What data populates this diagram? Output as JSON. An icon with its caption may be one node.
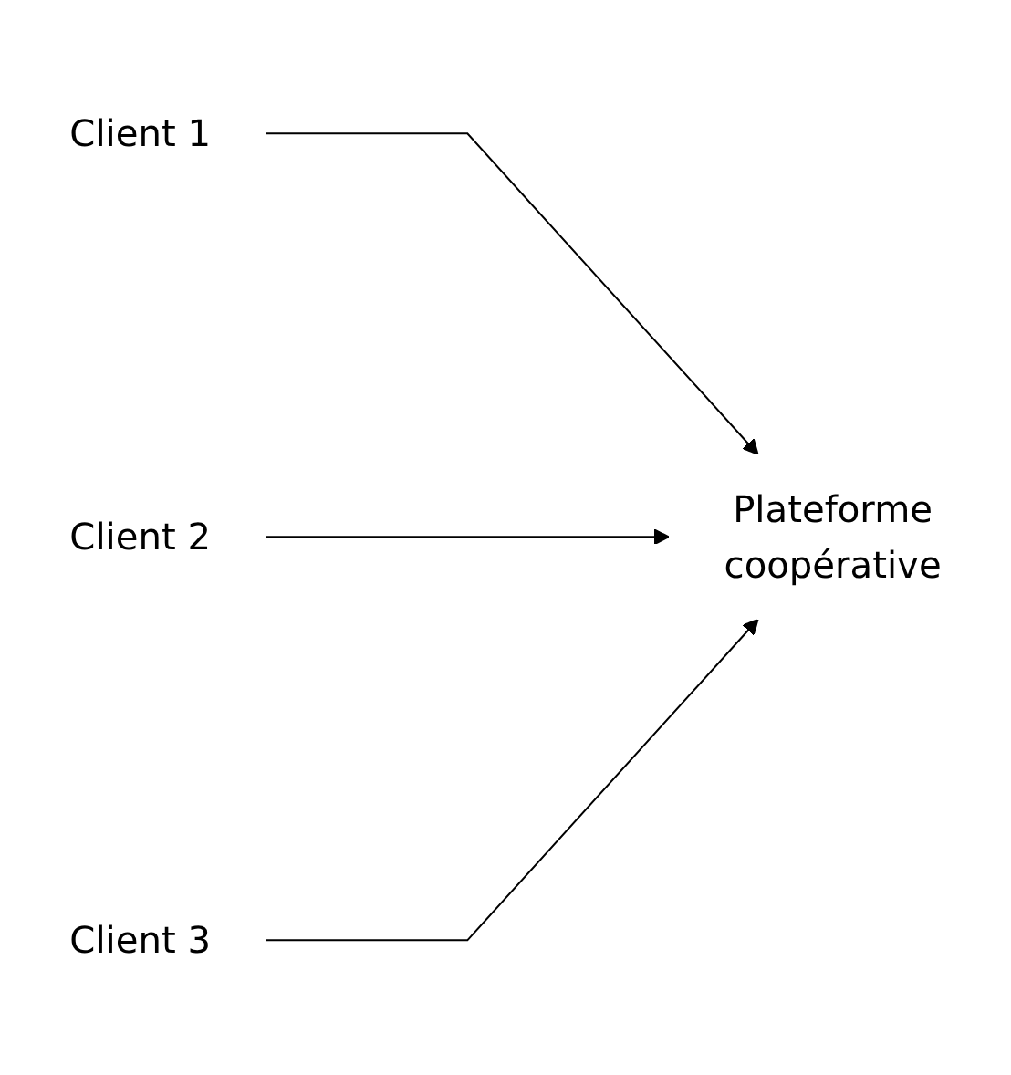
{
  "diagram": {
    "nodes": [
      {
        "text": [
          "Client 1"
        ]
      },
      {
        "text": [
          "Client 2"
        ]
      },
      {
        "text": [
          "Client 3"
        ]
      },
      {
        "text": [
          "Plateforme coopérative"
        ]
      }
    ],
    "edges": [
      {
        "from": 0,
        "to": 3,
        "arrow": "to"
      },
      {
        "from": 1,
        "to": 3,
        "arrow": "to"
      },
      {
        "from": 2,
        "to": 3,
        "arrow": "to"
      }
    ]
  }
}
